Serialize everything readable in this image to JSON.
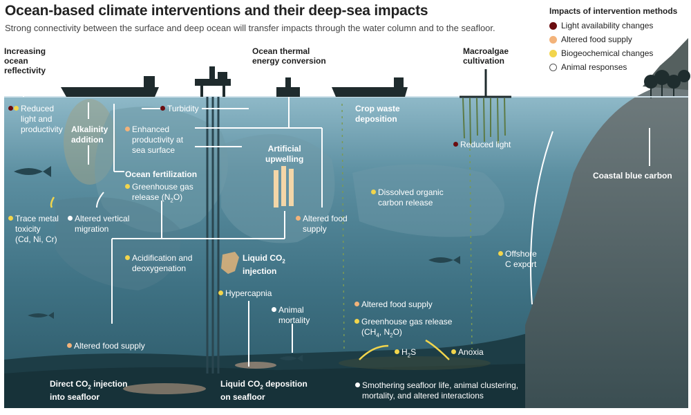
{
  "header": {
    "title": "Ocean-based climate interventions and their deep-sea impacts",
    "subtitle": "Strong connectivity between the surface and deep ocean will transfer impacts through the water column and to the seafloor."
  },
  "legend": {
    "title": "Impacts of intervention methods",
    "items": [
      {
        "label": "Light availability changes",
        "color": "#6b0d10"
      },
      {
        "label": "Altered food supply",
        "color": "#f3b37a"
      },
      {
        "label": "Biogeochemical changes",
        "color": "#f2d54c"
      },
      {
        "label": "Animal responses",
        "color": "#ffffff"
      }
    ]
  },
  "surface_labels": {
    "reflectivity_1": "Increasing",
    "reflectivity_2": "ocean",
    "reflectivity_3": "reflectivity",
    "otec_1": "Ocean thermal",
    "otec_2": "energy conversion",
    "macroalgae_1": "Macroalgae",
    "macroalgae_2": "cultivation"
  },
  "labels": {
    "reduced_light_1": "Reduced",
    "reduced_light_2": "light and",
    "reduced_light_3": "productivity",
    "turbidity": "Turbidity",
    "alkalinity_1": "Alkalinity",
    "alkalinity_2": "addition",
    "enhanced_1": "Enhanced",
    "enhanced_2": "productivity at",
    "enhanced_3": "sea surface",
    "ocean_fert": "Ocean fertilization",
    "ghg_1": "Greenhouse gas",
    "ghg_2_pre": "release (N",
    "ghg_2_sub": "2",
    "ghg_2_post": "O)",
    "artificial_1": "Artificial",
    "artificial_2": "upwelling",
    "crop_1": "Crop waste",
    "crop_2": "deposition",
    "reduced_light_b": "Reduced light",
    "coastal": "Coastal blue carbon",
    "dissolved_1": "Dissolved organic",
    "dissolved_2": "carbon release",
    "trace_1": "Trace metal",
    "trace_2": "toxicity",
    "trace_3": "(Cd, Ni, Cr)",
    "vertical_1": "Altered vertical",
    "vertical_2": "migration",
    "food_supply_a_1": "Altered food",
    "food_supply_a_2": "supply",
    "acid_1": "Acidification and",
    "acid_2": "deoxygenation",
    "liquid_co2_1_pre": "Liquid CO",
    "liquid_co2_1_sub": "2",
    "liquid_co2_2": "injection",
    "offshore_1": "Offshore",
    "offshore_2": "C export",
    "hypercapnia": "Hypercapnia",
    "animal_mort_1": "Animal",
    "animal_mort_2": "mortality",
    "food_supply_b": "Altered food supply",
    "ghg_b_1": "Greenhouse gas release",
    "ghg_b_2_a": "(CH",
    "ghg_b_2_s1": "4",
    "ghg_b_2_b": ", N",
    "ghg_b_2_s2": "2",
    "ghg_b_2_c": "O)",
    "food_supply_c": "Altered food supply",
    "h2s_pre": "H",
    "h2s_sub": "2",
    "h2s_post": "S",
    "anoxia": "Anoxia",
    "direct_1_pre": "Direct CO",
    "direct_1_sub": "2",
    "direct_1_post": " injection",
    "direct_2": "into seafloor",
    "deposition_1_pre": "Liquid CO",
    "deposition_1_sub": "2",
    "deposition_1_post": " deposition",
    "deposition_2": "on seafloor",
    "smother_1": "Smothering seafloor life, animal clustering,",
    "smother_2": "mortality, and altered interactions"
  }
}
